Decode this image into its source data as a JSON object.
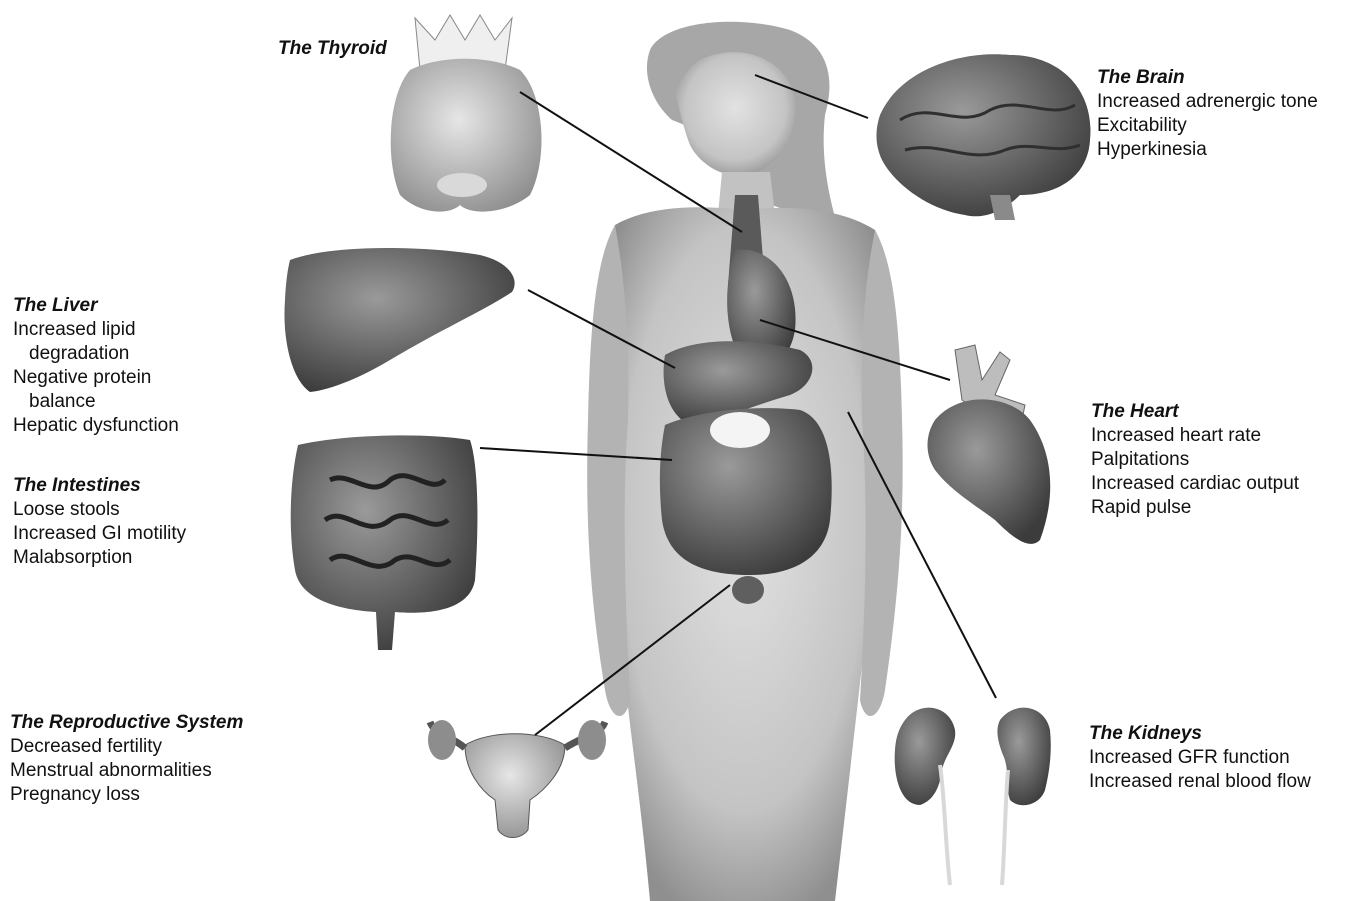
{
  "colors": {
    "background": "#ffffff",
    "text": "#111111",
    "organ_shade": "#6a6a6a",
    "body_shade": "#c9c9c9",
    "leader_line": "#111111"
  },
  "organs": {
    "thyroid": {
      "title": "The Thyroid",
      "effects": []
    },
    "brain": {
      "title": "The Brain",
      "effects": [
        "Increased adrenergic tone",
        "Excitability",
        "Hyperkinesia"
      ]
    },
    "liver": {
      "title": "The Liver",
      "effects": [
        "Increased lipid",
        "degradation",
        "Negative protein",
        "balance",
        "Hepatic dysfunction"
      ]
    },
    "intestines": {
      "title": "The Intestines",
      "effects": [
        "Loose stools",
        "Increased GI motility",
        "Malabsorption"
      ]
    },
    "heart": {
      "title": "The Heart",
      "effects": [
        "Increased heart rate",
        "Palpitations",
        "Increased cardiac output",
        "Rapid pulse"
      ]
    },
    "reproductive": {
      "title": "The Reproductive System",
      "effects": [
        "Decreased fertility",
        "Menstrual abnormalities",
        "Pregnancy loss"
      ]
    },
    "kidneys": {
      "title": "The Kidneys",
      "effects": [
        "Increased GFR function",
        "Increased renal blood flow"
      ]
    }
  }
}
